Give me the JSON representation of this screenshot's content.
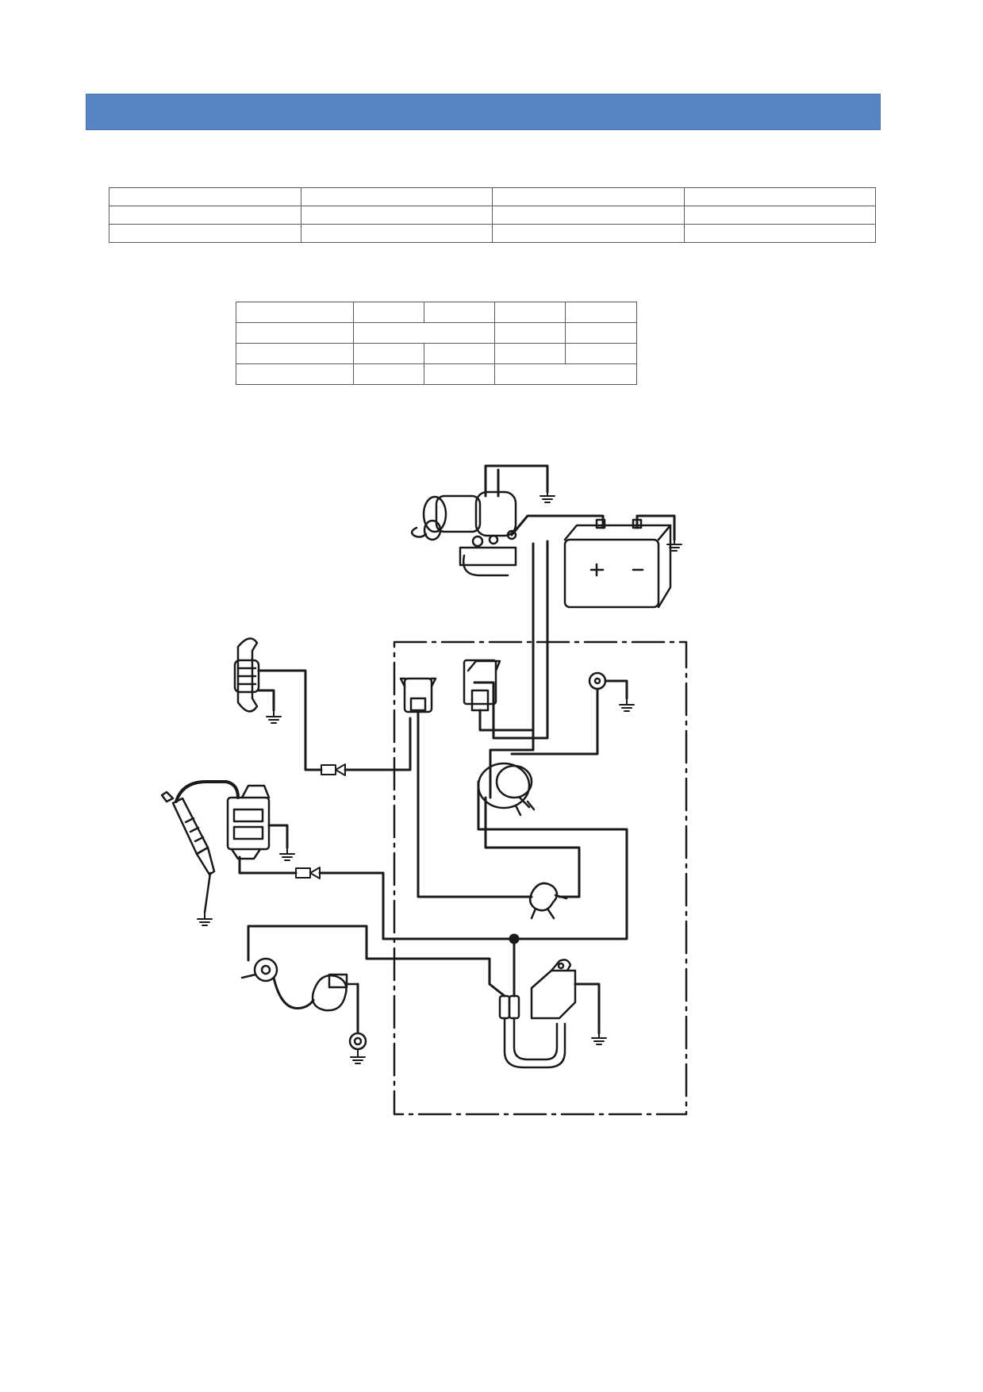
{
  "header": {
    "title": "",
    "color": "#5585c3"
  },
  "table_1": {
    "rows": [
      [
        "",
        "",
        "",
        ""
      ],
      [
        "",
        "",
        "",
        ""
      ],
      [
        "",
        "",
        "",
        ""
      ]
    ]
  },
  "table_2": {
    "rows": [
      [
        "",
        "",
        "",
        "",
        ""
      ],
      [
        "",
        "",
        "",
        ""
      ],
      [
        "",
        "",
        "",
        "",
        ""
      ],
      [
        "",
        "",
        "",
        ""
      ]
    ]
  },
  "diagram": {
    "components": [
      "starter-motor",
      "battery",
      "lighting-coil",
      "relay",
      "fuse",
      "neutral-indicator",
      "main-switch",
      "spark-plug",
      "ignition-coil",
      "starter-button",
      "pickup-coil",
      "cdi-unit"
    ],
    "ground_symbols": 9,
    "connectors": 2
  }
}
